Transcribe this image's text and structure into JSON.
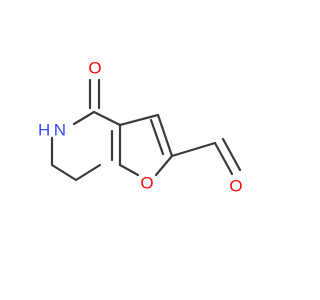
{
  "colors": {
    "background": "#ffffff",
    "bond": "#3a3a3a",
    "oxygen": "#ff0d0d",
    "nitrogen": "#3050f8",
    "carbon": "#3a3a3a"
  },
  "atoms": {
    "o_ketone": {
      "label": "O",
      "element": "oxygen"
    },
    "n_amide": {
      "label": "H N",
      "element": "nitrogen"
    },
    "o_furan": {
      "label": "O",
      "element": "oxygen"
    },
    "o_aldehyde": {
      "label": "O",
      "element": "oxygen"
    }
  }
}
